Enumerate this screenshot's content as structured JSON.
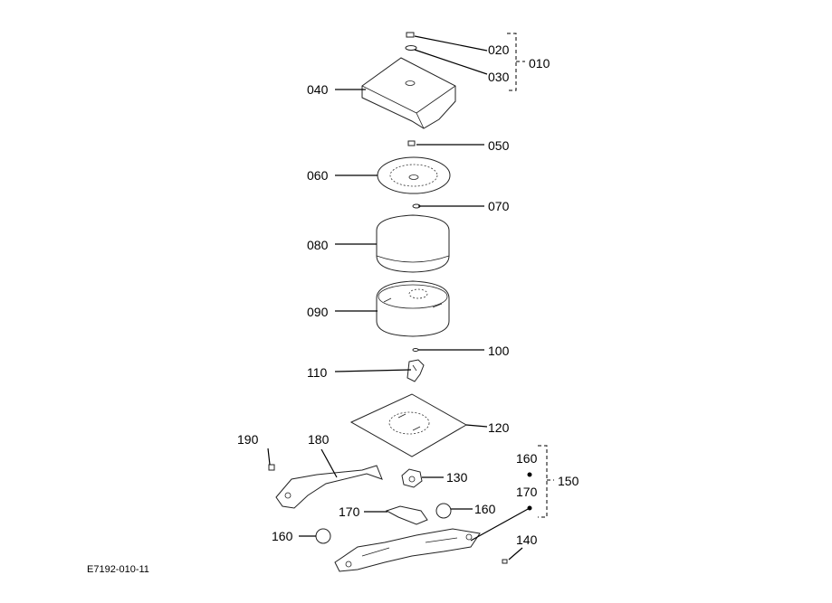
{
  "callouts": [
    {
      "id": "020",
      "label": "020"
    },
    {
      "id": "030",
      "label": "030"
    },
    {
      "id": "010",
      "label": "010"
    },
    {
      "id": "040",
      "label": "040"
    },
    {
      "id": "050",
      "label": "050"
    },
    {
      "id": "060",
      "label": "060"
    },
    {
      "id": "070",
      "label": "070"
    },
    {
      "id": "080",
      "label": "080"
    },
    {
      "id": "090",
      "label": "090"
    },
    {
      "id": "100",
      "label": "100"
    },
    {
      "id": "110",
      "label": "110"
    },
    {
      "id": "120",
      "label": "120"
    },
    {
      "id": "190",
      "label": "190"
    },
    {
      "id": "180",
      "label": "180"
    },
    {
      "id": "130",
      "label": "130"
    },
    {
      "id": "160a",
      "label": "160"
    },
    {
      "id": "150",
      "label": "150"
    },
    {
      "id": "170a",
      "label": "170"
    },
    {
      "id": "170b",
      "label": "170"
    },
    {
      "id": "160b",
      "label": "160"
    },
    {
      "id": "160c",
      "label": "160"
    },
    {
      "id": "140",
      "label": "140"
    }
  ],
  "drawing_code": "E7192-010-11"
}
